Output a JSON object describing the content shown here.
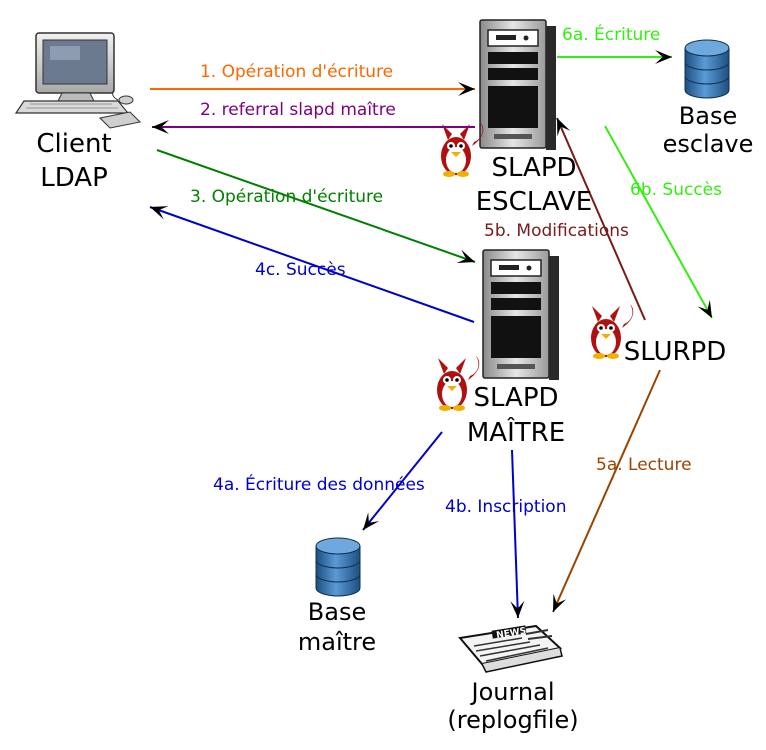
{
  "nodes": {
    "client": {
      "line1": "Client",
      "line2": "LDAP"
    },
    "slave_server": {
      "line1": "SLAPD",
      "line2": "ESCLAVE"
    },
    "master_server": {
      "line1": "SLAPD",
      "line2": "MAÎTRE"
    },
    "slave_db": {
      "line1": "Base",
      "line2": "esclave"
    },
    "master_db": {
      "line1": "Base",
      "line2": "maître"
    },
    "slurpd": {
      "label": "SLURPD"
    },
    "journal": {
      "line1": "Journal",
      "line2": "(replogfile)"
    },
    "newspaper_title": "NEWS"
  },
  "edges": {
    "e1": {
      "label": "1. Opération d'écriture",
      "color": "#ff6600"
    },
    "e2": {
      "label": "2. referral slapd maître",
      "color": "#800080"
    },
    "e3": {
      "label": "3. Opération d'écriture",
      "color": "#008000"
    },
    "e4a": {
      "label": "4a. Écriture des données",
      "color": "#0000cc"
    },
    "e4b": {
      "label": "4b. Inscription",
      "color": "#0000cc"
    },
    "e4c": {
      "label": "4c. Succès",
      "color": "#0000cc"
    },
    "e5a": {
      "label": "5a. Lecture",
      "color": "#994400"
    },
    "e5b": {
      "label": "5b. Modifications",
      "color": "#7a1a1a"
    },
    "e6a": {
      "label": "6a. Écriture",
      "color": "#33ee11"
    },
    "e6b": {
      "label": "6b. Succès",
      "color": "#33ee11"
    }
  },
  "colors": {
    "db_blue": "#3a78b5",
    "tower_gray": "#c8c8c8",
    "tux_red": "#b01010"
  }
}
